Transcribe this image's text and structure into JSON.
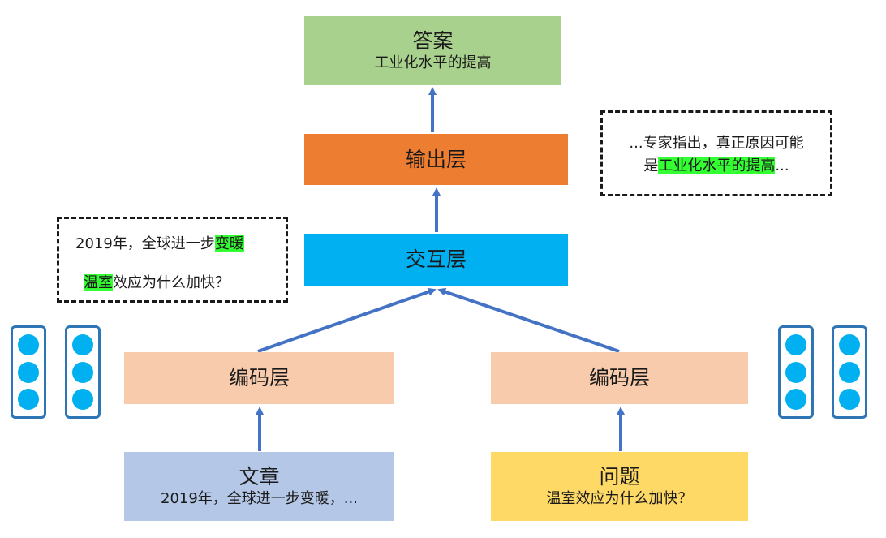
{
  "answer": {
    "title": "答案",
    "text": "工业化水平的提高"
  },
  "output_layer": {
    "title": "输出层"
  },
  "interaction_layer": {
    "title": "交互层"
  },
  "encoder_left": {
    "title": "编码层"
  },
  "encoder_right": {
    "title": "编码层"
  },
  "passage": {
    "title": "文章",
    "text": "2019年，全球进一步变暖，..."
  },
  "question": {
    "title": "问题",
    "text": "温室效应为什么加快？"
  },
  "question_callout": {
    "line1_plain": "2019年，全球进一步",
    "line1_highlight": "变暖",
    "line2_highlight": "温室",
    "line2_plain": "效应为什么加快？"
  },
  "evidence_callout": {
    "line1": "...专家指出，真正原因可能",
    "line2_plain_before": "是",
    "line2_highlight": "工业化水平的提高",
    "line2_plain_after": "..."
  },
  "colors": {
    "answer": "#a9d18e",
    "output": "#ed7d31",
    "interaction": "#00b0f0",
    "encoder": "#f8cbad",
    "passage": "#b4c7e7",
    "question": "#ffd966",
    "arrow": "#4472c4",
    "highlight": "#33ff33",
    "vector_border": "#2e75b6",
    "vector_dot": "#00b0f0"
  }
}
